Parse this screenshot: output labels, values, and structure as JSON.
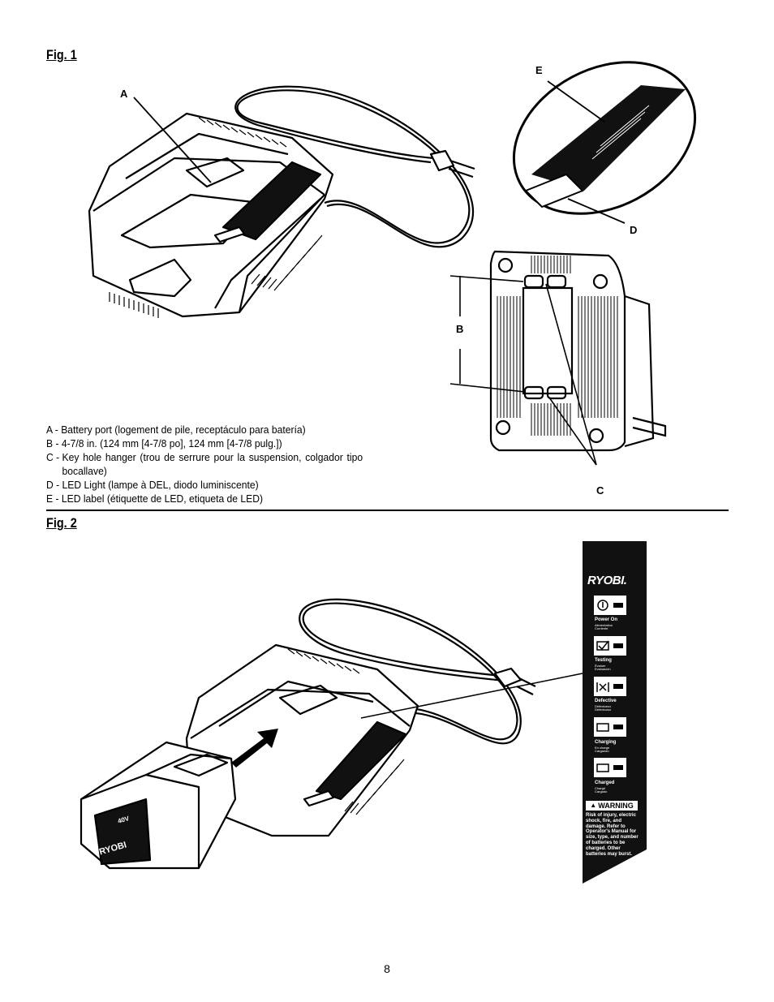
{
  "fig1": {
    "title": "Fig. 1"
  },
  "fig2": {
    "title": "Fig. 2"
  },
  "callouts": {
    "a": "A",
    "b": "B",
    "c": "C",
    "d": "D",
    "e": "E"
  },
  "legend": [
    {
      "key": "A - ",
      "text": "Battery port (logement de pile, receptáculo para batería)"
    },
    {
      "key": "B - ",
      "text": "4-7/8 in. (124 mm [4-7/8 po], 124 mm [4-7/8 pulg.])"
    },
    {
      "key": "C - ",
      "text": "Key hole hanger (trou de serrure pour la suspension, colgador tipo bocallave)"
    },
    {
      "key": "D - ",
      "text": "LED Light (lampe à DEL, diodo luminiscente)"
    },
    {
      "key": "E - ",
      "text": "LED label (étiquette de LED, etiqueta de LED)"
    }
  ],
  "label": {
    "brand": "RYOBI.",
    "items": [
      {
        "title": "Power On",
        "sub1": "Alimentation",
        "sub2": "Corriente"
      },
      {
        "title": "Testing",
        "sub1": "Évaluer",
        "sub2": "Evaluación"
      },
      {
        "title": "Defective",
        "sub1": "Défectueux",
        "sub2": "Defectuoso"
      },
      {
        "title": "Charging",
        "sub1": "En charge",
        "sub2": "Cargando"
      },
      {
        "title": "Charged",
        "sub1": "Chargé",
        "sub2": "Cargado"
      }
    ],
    "warning_title": "WARNING",
    "warning_text": "Risk of injury, electric shock, fire, and damage. Refer to Operator's Manual for size, type, and number of batteries to be charged. Other batteries may burst."
  },
  "battery": {
    "brand": "RYOBI",
    "badge": "40V"
  },
  "page_number": "8"
}
